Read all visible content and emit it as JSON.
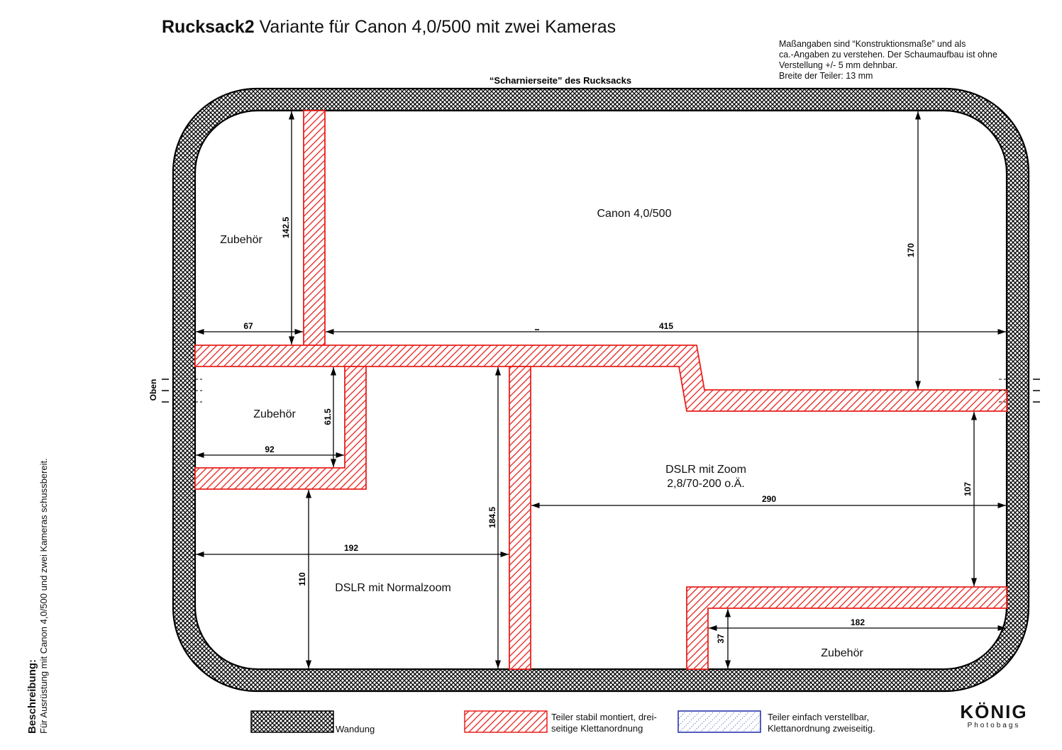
{
  "title": {
    "bold": "Rucksack2",
    "rest": " Variante für Canon 4,0/500 mit zwei Kameras"
  },
  "notes": [
    "Maßangaben sind “Konstruktionsmaße” und als",
    "ca.-Angaben zu verstehen. Der Schaumaufbau ist ohne",
    "Verstellung +/- 5 mm dehnbar.",
    "Breite der Teiler: 13 mm"
  ],
  "hinge_label": "“Scharnierseite” des Rucksacks",
  "side_label": "Oben",
  "compartments": {
    "zubehoer_top": "Zubehör",
    "canon": "Canon 4,0/500",
    "zubehoer_mid": "Zubehör",
    "dslr_zoom_1": "DSLR mit Zoom",
    "dslr_zoom_2": "2,8/70-200 o.Ä.",
    "dslr_normal": "DSLR mit Normalzoom",
    "zubehoer_bottom": "Zubehör"
  },
  "dimensions": {
    "d67": "67",
    "d415": "415",
    "d142": "142.5",
    "d170": "170",
    "d61": "61.5",
    "d92": "92",
    "d1845": "184.5",
    "d290": "290",
    "d107": "107",
    "d192": "192",
    "d110": "110",
    "d182": "182",
    "d37": "37"
  },
  "description": {
    "heading": "Beschreibung:",
    "text": "Für Ausrüstung mit Canon 4,0/500 und zwei Kameras schussbereit."
  },
  "legend": {
    "wall": "Wandung",
    "fixed_1": "Teiler stabil montiert, drei-",
    "fixed_2": "seitige Klettanordnung",
    "adjustable_1": "Teiler einfach verstellbar,",
    "adjustable_2": "Klettanordnung zweiseitig."
  },
  "logo": {
    "brand": "KÖNIG",
    "sub": "Photobags"
  },
  "colors": {
    "divider_red": "#e8201c",
    "wall_black": "#000000",
    "adjustable_blue": "#1a2aa8"
  }
}
